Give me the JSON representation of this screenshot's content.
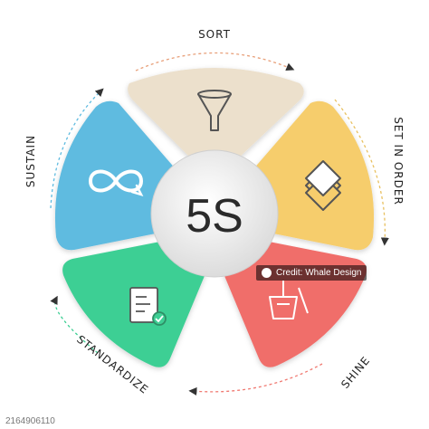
{
  "center": {
    "title": "5S"
  },
  "steps": [
    {
      "label": "SORT",
      "color": "#ece0cc",
      "icon": "funnel-icon"
    },
    {
      "label": "SET IN ORDER",
      "color": "#f6cd6c",
      "icon": "layers-icon"
    },
    {
      "label": "SHINE",
      "color": "#f06e6b",
      "icon": "broom-bucket-icon"
    },
    {
      "label": "STANDARDIZE",
      "color": "#3ecf94",
      "icon": "checklist-document-icon"
    },
    {
      "label": "SUSTAIN",
      "color": "#5fbbe0",
      "icon": "infinity-loop-icon"
    }
  ],
  "watermark": {
    "text": "Credit: Whale Design"
  },
  "footer": {
    "image_id": "2164906110"
  }
}
